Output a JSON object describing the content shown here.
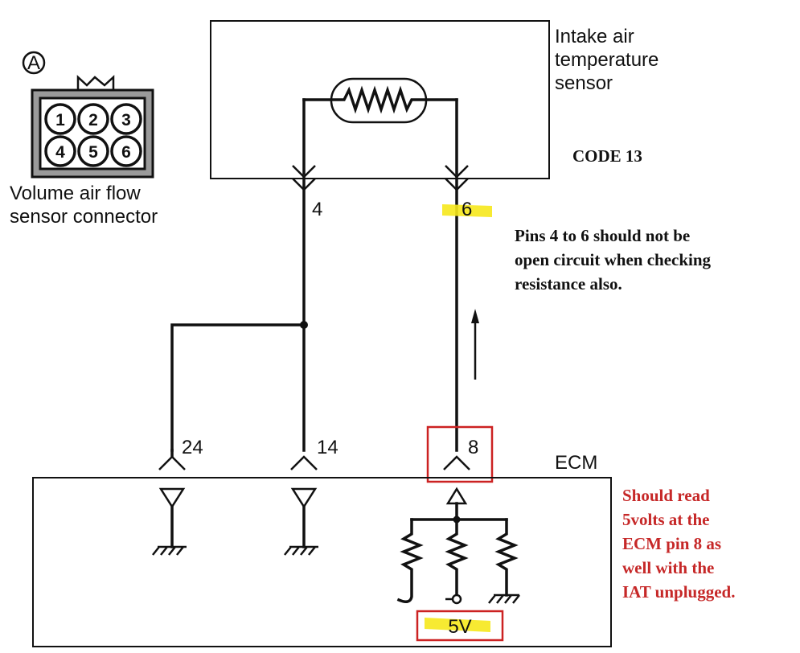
{
  "connector": {
    "marker": "A",
    "pins": [
      "1",
      "2",
      "3",
      "4",
      "5",
      "6"
    ],
    "caption_line1": "Volume air flow",
    "caption_line2": "sensor connector"
  },
  "sensor": {
    "title_line1": "Intake air",
    "title_line2": "temperature",
    "title_line3": "sensor"
  },
  "code_label": "CODE 13",
  "wires": {
    "pin_left": "4",
    "pin_right": "6",
    "ecm_pin_a": "24",
    "ecm_pin_b": "14",
    "ecm_pin_c": "8"
  },
  "ecm": {
    "label": "ECM",
    "supply_voltage": "5V"
  },
  "notes": {
    "pins_line1": "Pins 4 to 6 should not be",
    "pins_line2": "open circuit when checking",
    "pins_line3": "resistance also.",
    "ecm_line1": "Should read",
    "ecm_line2": "5volts at the",
    "ecm_line3": "ECM pin 8 as",
    "ecm_line4": "well with the",
    "ecm_line5": "IAT unplugged."
  },
  "colors": {
    "highlight": "#f6e81c",
    "annotation_red": "#c62828",
    "box_red": "#cc2222"
  }
}
